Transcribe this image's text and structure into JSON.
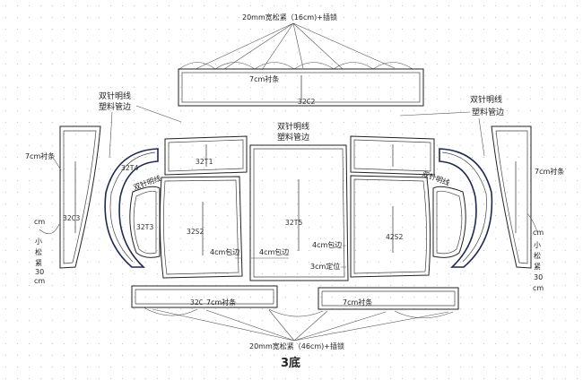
{
  "title": "3底",
  "callouts": {
    "top_elastic": "20mm宽松紧（16cm)+插锁",
    "bottom_elastic": "20mm宽松紧（46cm)+插锁",
    "left_double_stitch": [
      "双针明线",
      "塑料管边"
    ],
    "right_double_stitch": [
      "双针明线",
      "塑料管边"
    ],
    "center_double_stitch": [
      "双针明线",
      "塑料管边"
    ],
    "lining_left": "7cm衬条",
    "lining_right": "7cm衬条",
    "lining_top": "7cm衬条",
    "lining_bottom_left": "7cm衬条",
    "lining_bottom_right": "7cm衬条",
    "piping_1": "4cm包边",
    "piping_2": "4cm包边",
    "piping_3": "4cm包边",
    "position_mark": "3cm定位",
    "curve_stitch_left": "双针明线",
    "curve_stitch_right": "双针明线",
    "left_elastic_vertical": [
      "cm",
      "小",
      "松",
      "紧",
      "30",
      "cm"
    ],
    "right_elastic_vertical": [
      "cm",
      "小",
      "松",
      "紧",
      "30",
      "cm"
    ]
  },
  "piece_codes": {
    "c2_top": "32C2",
    "c3_left": "32C3",
    "t1": "32T1",
    "t4": "32T4",
    "t3": "32T3",
    "s2_left": "32S2",
    "t5": "32T5",
    "s2_right": "42S2",
    "bottom_left_code": "32C"
  }
}
